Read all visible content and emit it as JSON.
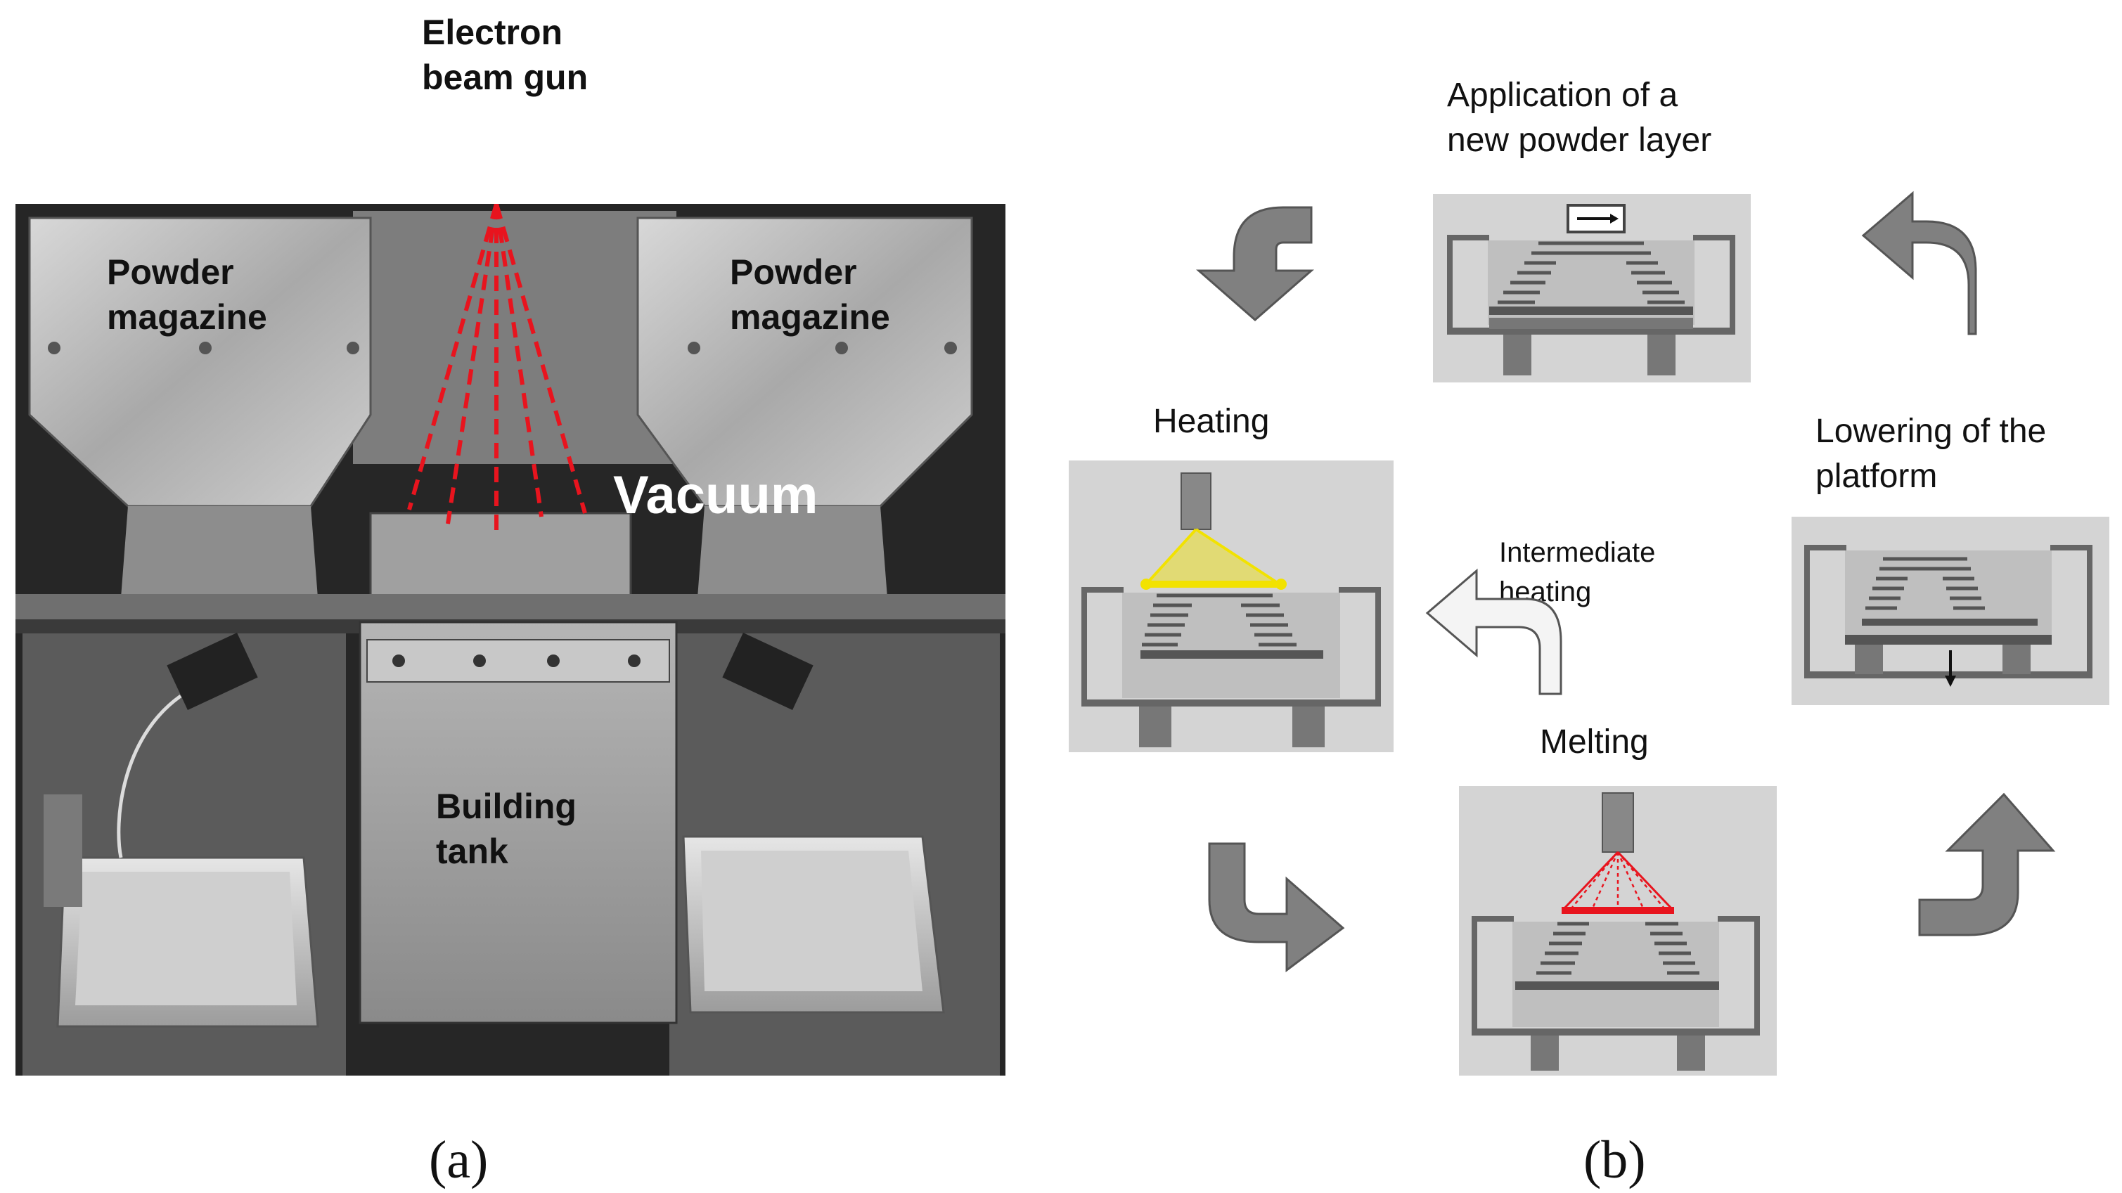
{
  "panel_a": {
    "label": "(a)",
    "electron_beam_gun": "Electron\nbeam gun",
    "powder_magazine_left": "Powder\nmagazine",
    "powder_magazine_right": "Powder\nmagazine",
    "vacuum": "Vacuum",
    "building_tank": "Building\ntank"
  },
  "panel_b": {
    "label": "(b)",
    "steps": {
      "application": "Application of a\nnew powder layer",
      "heating": "Heating",
      "lowering": "Lowering of the\nplatform",
      "melting": "Melting",
      "intermediate": "Intermediate\nheating"
    }
  },
  "colors": {
    "beam_red": "#e8141e",
    "heat_yellow": "#f2e200",
    "arrow_grey": "#808080",
    "step_bg": "#d4d4d4"
  }
}
